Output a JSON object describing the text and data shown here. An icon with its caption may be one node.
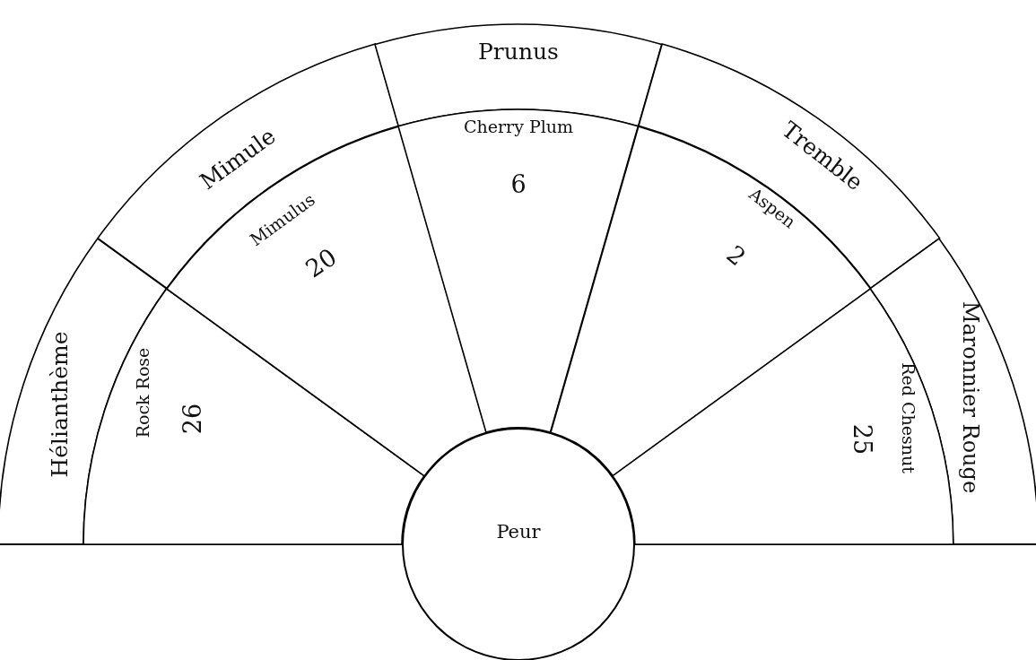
{
  "diagram": {
    "nodes": [
      {
        "text": [
          "Peur"
        ]
      },
      {
        "text": [
          "Hélianthème"
        ]
      },
      {
        "text": [
          "Rock Rose",
          "26"
        ]
      },
      {
        "text": [
          "Mimule"
        ]
      },
      {
        "text": [
          "Mimulus",
          "20"
        ]
      },
      {
        "text": [
          "Prunus"
        ]
      },
      {
        "text": [
          "Cherry Plum",
          "6"
        ]
      },
      {
        "text": [
          "Tremble"
        ]
      },
      {
        "text": [
          "Aspen",
          "2"
        ]
      },
      {
        "text": [
          "Maronnier Rouge"
        ]
      },
      {
        "text": [
          "Red Chesnut",
          "25"
        ]
      }
    ]
  }
}
